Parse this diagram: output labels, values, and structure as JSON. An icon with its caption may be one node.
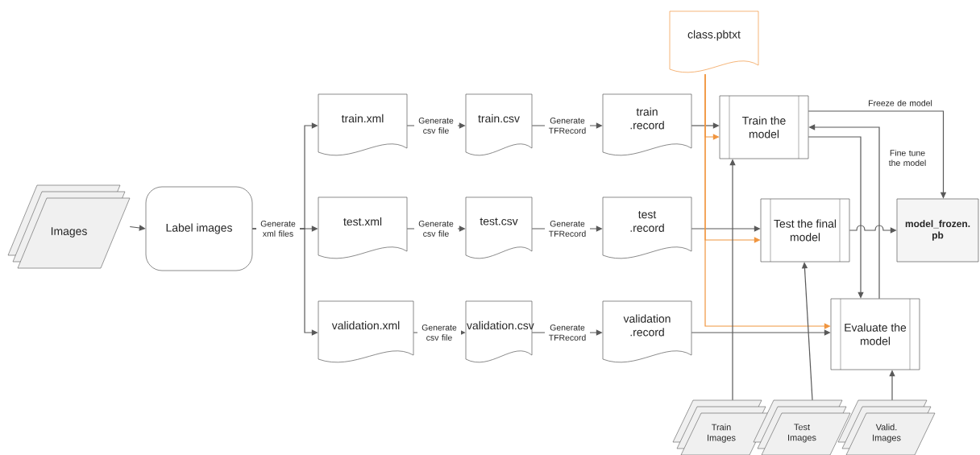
{
  "diagram": {
    "nodes": [
      {
        "text": [
          "Images"
        ]
      },
      {
        "text": [
          "Label images"
        ]
      },
      {
        "text": [
          "train.xml"
        ]
      },
      {
        "text": [
          "train.csv"
        ]
      },
      {
        "text": [
          "train .record"
        ]
      },
      {
        "text": [
          "test.xml"
        ]
      },
      {
        "text": [
          "test.csv"
        ]
      },
      {
        "text": [
          "test .record"
        ]
      },
      {
        "text": [
          "validation.xml"
        ]
      },
      {
        "text": [
          "validation.csv"
        ]
      },
      {
        "text": [
          "validation .record"
        ]
      },
      {
        "text": [
          "class.pbtxt"
        ]
      },
      {
        "text": [
          "Train the model"
        ]
      },
      {
        "text": [
          "Test the final model"
        ]
      },
      {
        "text": [
          "Evaluate the model"
        ]
      },
      {
        "text": [
          "model_frozen. pb"
        ]
      },
      {
        "text": [
          "Train Images"
        ]
      },
      {
        "text": [
          "Test Images"
        ]
      },
      {
        "text": [
          "Valid. Images"
        ]
      }
    ],
    "edges": [
      {
        "from": 0,
        "to": 1,
        "arrow": "to"
      },
      {
        "from": 1,
        "to": 2,
        "arrow": "to"
      },
      {
        "from": 1,
        "to": 5,
        "arrow": "to",
        "label": "Generate xml files"
      },
      {
        "from": 1,
        "to": 8,
        "arrow": "to"
      },
      {
        "from": 2,
        "to": 3,
        "arrow": "to",
        "label": "Generate csv file"
      },
      {
        "from": 5,
        "to": 6,
        "arrow": "to",
        "label": "Generate csv file"
      },
      {
        "from": 8,
        "to": 9,
        "arrow": "to",
        "label": "Generate csv file"
      },
      {
        "from": 3,
        "to": 4,
        "arrow": "to",
        "label": "Generate TFRecord"
      },
      {
        "from": 6,
        "to": 7,
        "arrow": "to",
        "label": "Generate TFRecord"
      },
      {
        "from": 9,
        "to": 10,
        "arrow": "to",
        "label": "Generate TFRecord"
      },
      {
        "from": 4,
        "to": 12,
        "arrow": "to"
      },
      {
        "from": 7,
        "to": 13,
        "arrow": "to"
      },
      {
        "from": 10,
        "to": 14,
        "arrow": "to"
      },
      {
        "from": 11,
        "to": 12,
        "arrow": "to",
        "color": "#f0953f"
      },
      {
        "from": 11,
        "to": 13,
        "arrow": "to",
        "color": "#f0953f"
      },
      {
        "from": 11,
        "to": 14,
        "arrow": "to",
        "color": "#f0953f"
      },
      {
        "from": 16,
        "to": 12,
        "arrow": "to"
      },
      {
        "from": 17,
        "to": 13,
        "arrow": "to"
      },
      {
        "from": 18,
        "to": 14,
        "arrow": "to"
      },
      {
        "from": 12,
        "to": 15,
        "arrow": "to",
        "label": "Freeze de model"
      },
      {
        "from": 12,
        "to": 14,
        "arrow": "to"
      },
      {
        "from": 14,
        "to": 12,
        "arrow": "to",
        "label": "Fine tune the model"
      },
      {
        "from": 13,
        "to": 15,
        "arrow": "to"
      }
    ]
  }
}
